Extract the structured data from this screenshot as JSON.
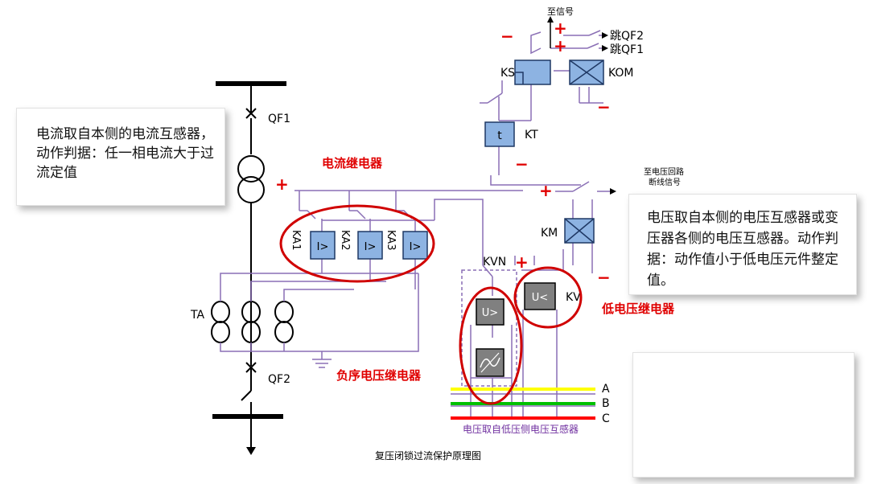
{
  "caption": "复压闭锁过流保护原理图",
  "notes": {
    "current_source": "电流取自本侧的电流互感器，动作判据：任一相电流大于过流定值",
    "voltage_source": "电压取自本侧的电压互感器或变压器各侧的电压互感器。动作判据：动作值小于低电压元件整定值。"
  },
  "relay_group_labels": {
    "current": "电流继电器",
    "low_voltage": "低电压继电器",
    "negative_sequence": "负序电压继电器"
  },
  "breakers": {
    "qf1": "QF1",
    "qf2": "QF2"
  },
  "signals": {
    "to_signal": "至信号",
    "trip_qf2": "跳QF2",
    "trip_qf1": "跳QF1",
    "vt_circuit_line1": "至电压回路",
    "vt_circuit_line2": "断线信号"
  },
  "devices": {
    "ks": "KS",
    "kom": "KOM",
    "kt": "KT",
    "t": "t",
    "km": "KM",
    "ka1": "KA1",
    "ka2": "KA2",
    "ka3": "KA3",
    "ka_symbol": "I>",
    "kvn": "KVN",
    "kv": "KV",
    "u_gt": "U>",
    "u_lt": "U<",
    "ta": "TA"
  },
  "phases": {
    "a": "A",
    "b": "B",
    "c": "C"
  },
  "vt_source_label": "电压取自低压侧电压互感器",
  "polarity": {
    "plus": "+",
    "minus": "−"
  },
  "colors": {
    "wire": "#8a6fb5",
    "device_fill": "#8db3e2",
    "device_border": "#1f3864",
    "voltage_relay_fill": "#808080",
    "red": "#e00000",
    "phase_a": "#ffff00",
    "phase_b": "#00c000",
    "phase_c": "#ff0000",
    "vt_label": "#7030a0"
  }
}
